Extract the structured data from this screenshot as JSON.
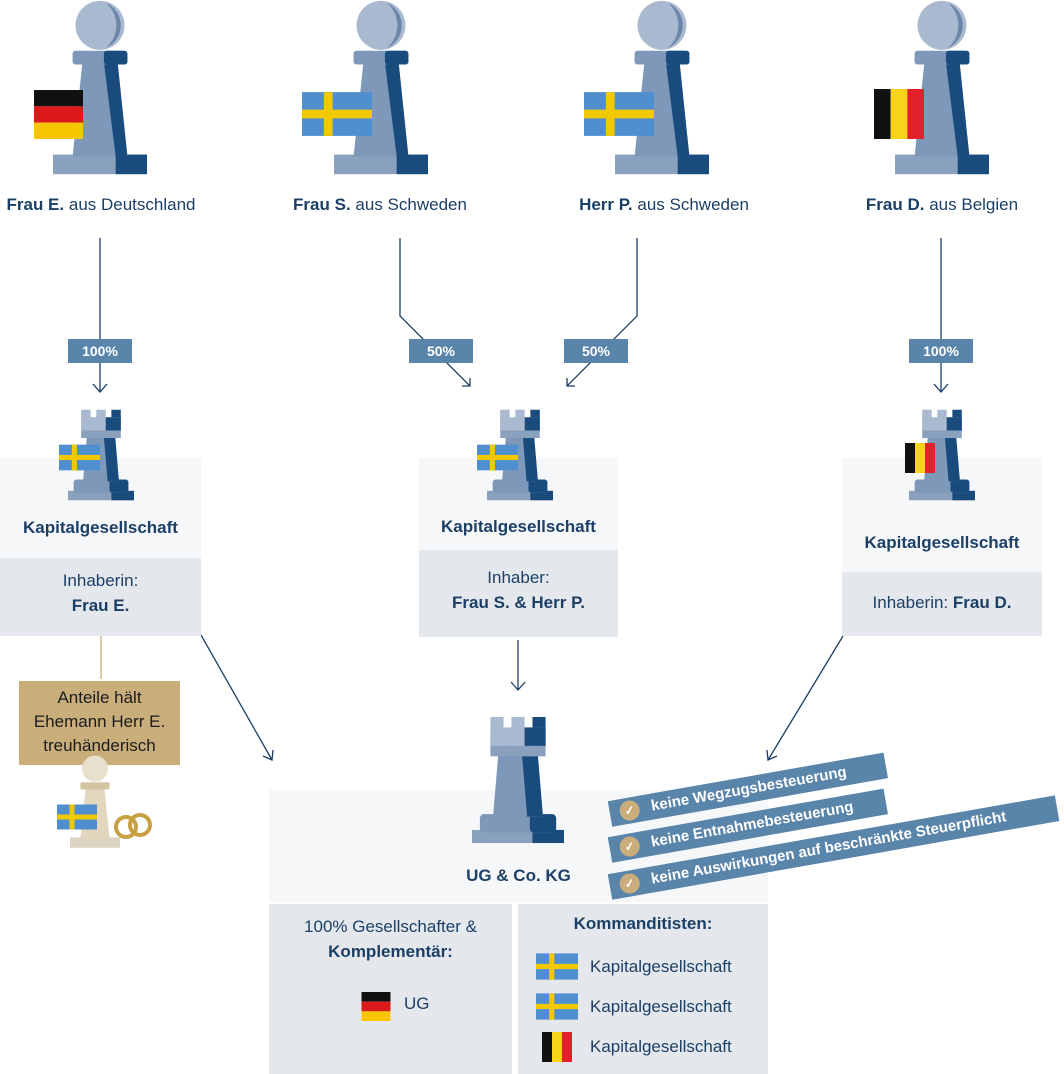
{
  "persons": [
    {
      "name": "Frau E.",
      "origin": "aus Deutschland",
      "flag": "germany"
    },
    {
      "name": "Frau S.",
      "origin": "aus Schweden",
      "flag": "sweden"
    },
    {
      "name": "Herr P.",
      "origin": "aus Schweden",
      "flag": "sweden"
    },
    {
      "name": "Frau D.",
      "origin": "aus Belgien",
      "flag": "belgium"
    }
  ],
  "percentages": [
    "100%",
    "50%",
    "50%",
    "100%"
  ],
  "companies": [
    {
      "title": "Kapitalgesellschaft",
      "owner_label": "Inhaberin:",
      "owner": "Frau E.",
      "flag": "sweden"
    },
    {
      "title": "Kapitalgesellschaft",
      "owner_label": "Inhaber:",
      "owner": "Frau S. & Herr P.",
      "flag": "sweden"
    },
    {
      "title": "Kapitalgesellschaft",
      "owner_label": "Inhaberin:",
      "owner": "Frau D.",
      "flag": "belgium"
    }
  ],
  "trustee": {
    "line1": "Anteile hält",
    "line2": "Ehemann Herr E.",
    "line3": "treuhänderisch"
  },
  "kg": {
    "title": "UG & Co. KG",
    "gp_line1": "100% Gesellschafter &",
    "gp_line2": "Komplementär:",
    "gp_entity": "UG",
    "lp_title": "Kommanditisten:",
    "limited_partners": [
      "Kapitalgesellschaft",
      "Kapitalgesellschaft",
      "Kapitalgesellschaft"
    ]
  },
  "benefits": [
    "keine Wegzugsbesteuerung",
    "keine Entnahmebesteuerung",
    "keine Auswirkungen auf beschränkte Steuerpflicht"
  ],
  "icons": {
    "pawn": "pawn-icon",
    "rook": "rook-icon",
    "rings": "wedding-rings-icon",
    "check": "check-icon"
  },
  "colors": {
    "navy": "#1c3f66",
    "badge": "#5a85ab",
    "gold": "#c9ae7c",
    "panel_light": "#f5f7f9",
    "panel_dark": "#e4e8ed"
  }
}
